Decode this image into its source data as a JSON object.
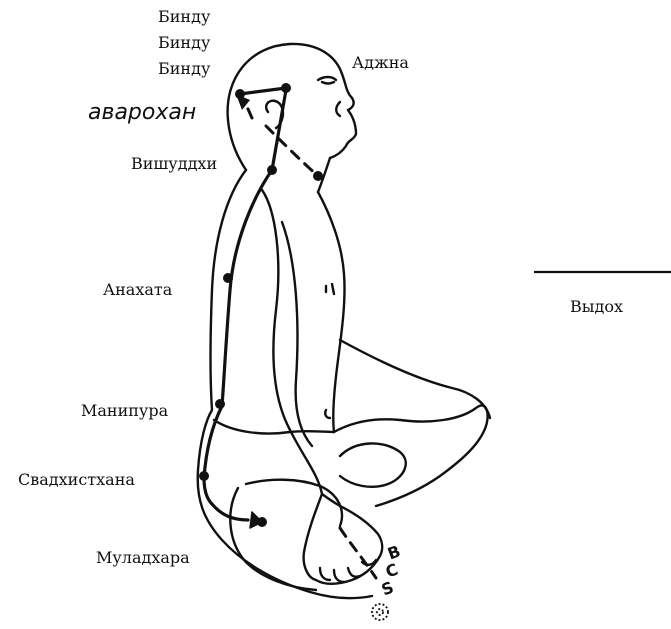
{
  "labels": {
    "bindu_1": "Бинду",
    "bindu_2": "Бинду",
    "bindu_3": "Бинду",
    "ajna": "Аджна",
    "avarohan": "аварохан",
    "vishuddhi": "Вишуддхи",
    "anahata": "Анахата",
    "manipura": "Манипура",
    "svadhisthana": "Свадхистхана",
    "muladhara": "Муладхара",
    "exhale": "Выдох"
  },
  "base_letters": {
    "b": "B",
    "c": "C",
    "s": "S"
  },
  "colors": {
    "ink": "#111111",
    "background": "#ffffff"
  }
}
